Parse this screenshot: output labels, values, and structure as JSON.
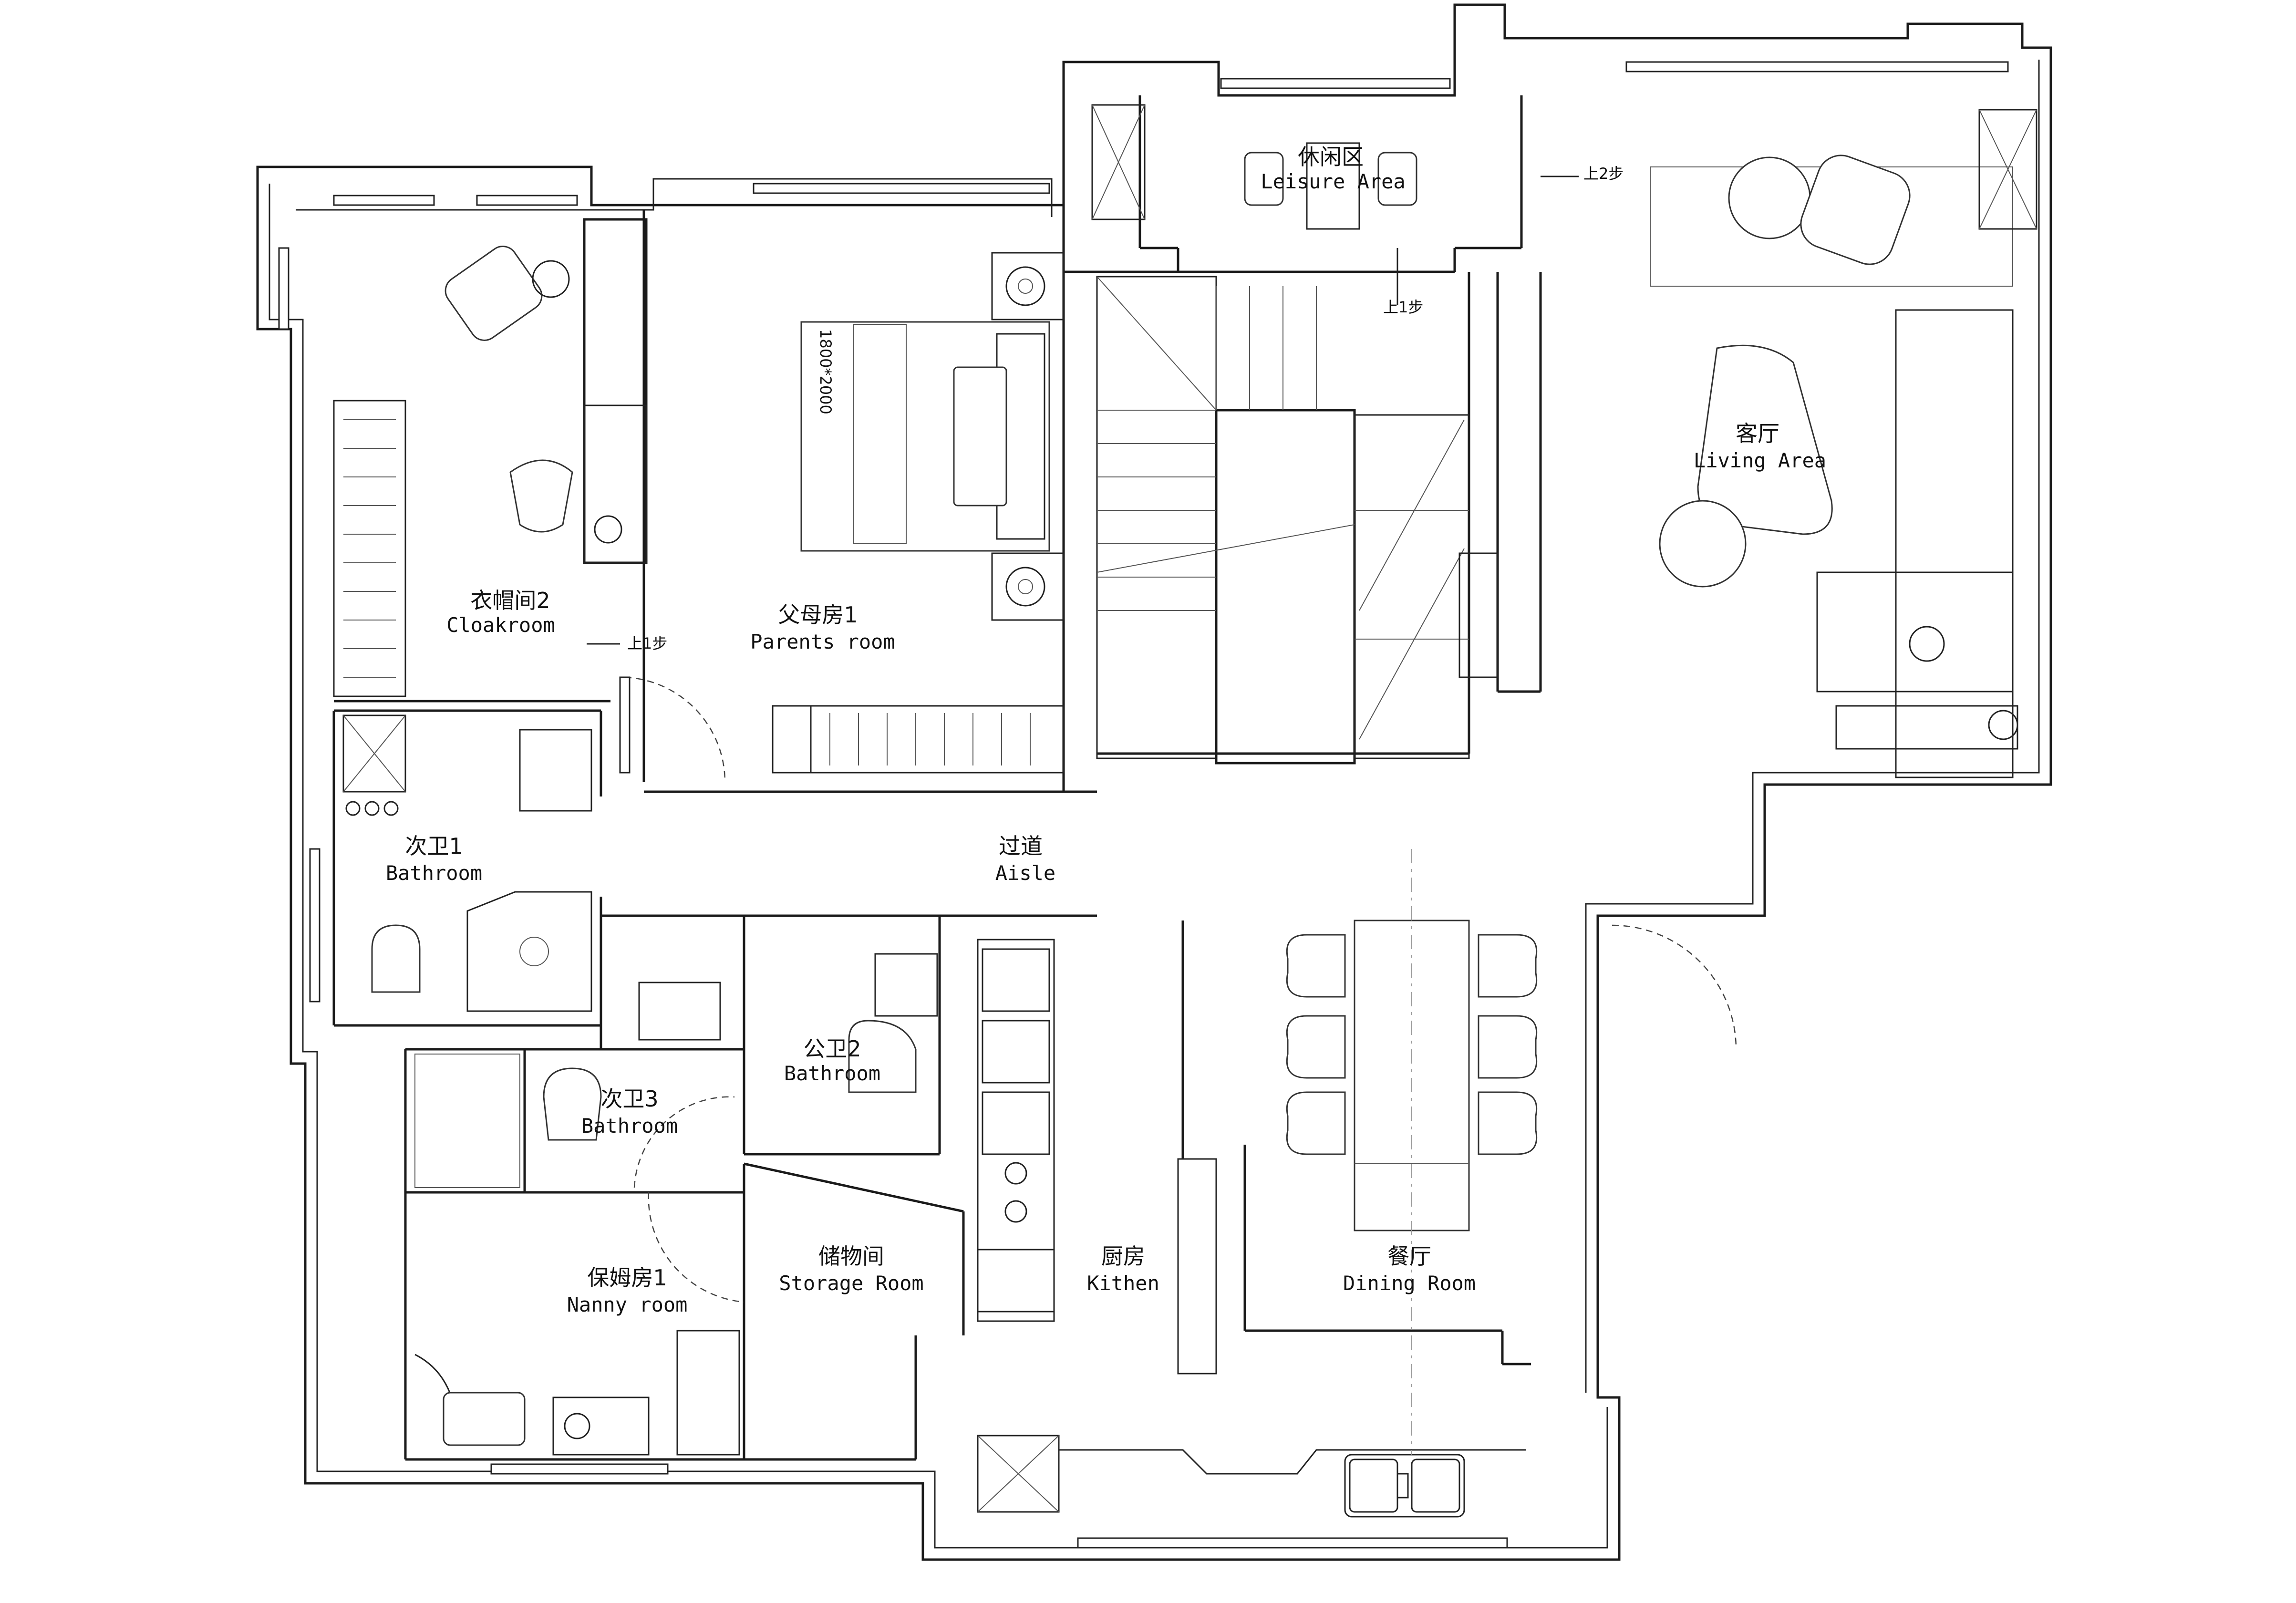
{
  "rooms": [
    {
      "id": "cloakroom",
      "cn": "衣帽间2",
      "en": "Cloakroom"
    },
    {
      "id": "parents",
      "cn": "父母房1",
      "en": "Parents room"
    },
    {
      "id": "leisure",
      "cn": "休闲区",
      "en": "Leisure Area"
    },
    {
      "id": "living",
      "cn": "客厅",
      "en": "Living Area"
    },
    {
      "id": "aisle",
      "cn": "过道",
      "en": "Aisle"
    },
    {
      "id": "bath1",
      "cn": "次卫1",
      "en": "Bathroom"
    },
    {
      "id": "bath2",
      "cn": "公卫2",
      "en": "Bathroom"
    },
    {
      "id": "bath3",
      "cn": "次卫3",
      "en": "Bathroom"
    },
    {
      "id": "nanny",
      "cn": "保姆房1",
      "en": "Nanny room"
    },
    {
      "id": "storage",
      "cn": "储物间",
      "en": "Storage Room"
    },
    {
      "id": "kitchen",
      "cn": "厨房",
      "en": "Kithen"
    },
    {
      "id": "dining",
      "cn": "餐厅",
      "en": "Dining Room"
    }
  ],
  "annotations": {
    "bed_size": "1800*2000",
    "step_1": "上1步",
    "step_2": "上2步"
  }
}
